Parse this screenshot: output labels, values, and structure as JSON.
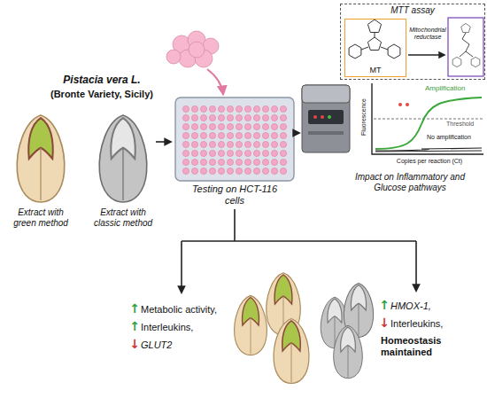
{
  "diagram": {
    "nodes": [
      {
        "text": [
          "MTT assay"
        ]
      },
      {
        "text": [
          "MT"
        ],
        "in": 0
      }
    ],
    "labels": [
      "Pistacia vera L.",
      "(Bronte Variety, Sicily)",
      "Extract with green method",
      "Extract with classic method",
      "Mitochondrial reductase",
      "Testing on HCT-116 cells",
      "Fluorescence",
      "Amplification",
      "Threshold",
      "No amplification",
      "Copies per reaction (Ct)",
      "Impact on Inflammatory and Glucose pathways",
      "↑",
      "Metabolic activity,",
      "↑",
      "Interleukins,",
      "↓",
      "GLUT2",
      "↑",
      "HMOX-1,",
      "↓",
      "Interleukins,",
      "Homeostasis maintained"
    ]
  }
}
